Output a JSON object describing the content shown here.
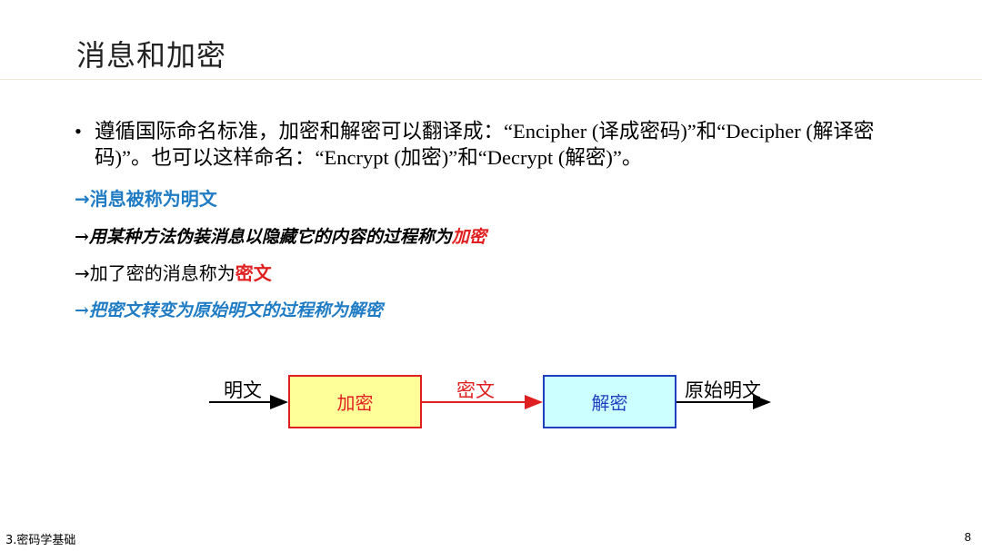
{
  "slide": {
    "title": "消息和加密",
    "bullet": {
      "text": "遵循国际命名标准，加密和解密可以翻译成：“Encipher (译成密码)”和“Decipher (解译密码)”。也可以这样命名：“Encrypt (加密)”和“Decrypt (解密)”。"
    },
    "lines": {
      "l1": "→消息被称为明文",
      "l2_prefix": "→用某种方法伪装消息以隐藏它的内容的过程称为",
      "l2_highlight": "加密",
      "l3_prefix": "→加了密的消息称为",
      "l3_highlight": "密文",
      "l4": "→把密文转变为原始明文的过程称为解密"
    },
    "diagram": {
      "input_label": "明文",
      "encrypt_box": "加密",
      "middle_label": "密文",
      "decrypt_box": "解密",
      "output_label": "原始明文"
    },
    "footer": {
      "section": "3.密码学基础",
      "page_number": "8"
    },
    "colors": {
      "blue_text": "#1f7cc4",
      "red_text": "#e02020",
      "encrypt_box_fill": "#ffff99",
      "decrypt_box_fill": "#ccffff",
      "decrypt_box_border": "#1f3fbf"
    }
  }
}
